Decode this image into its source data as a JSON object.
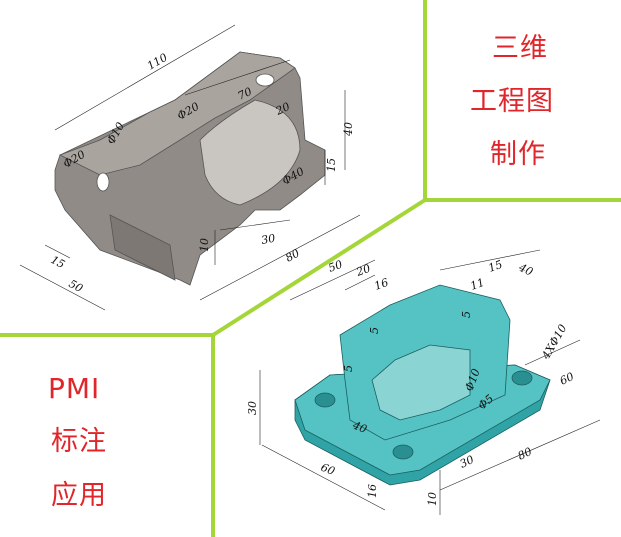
{
  "panels": {
    "top_right": {
      "lines": [
        "三维",
        "工程图",
        "制作"
      ]
    },
    "bottom_left": {
      "lines": [
        "PMI",
        "标注",
        "应用"
      ]
    }
  },
  "colors": {
    "divider": "#a4d63a",
    "label_red": "#e0262b",
    "part_top": "#a9a39e",
    "part_body": "#8f8a86",
    "part_teal": "#55c3c3",
    "part_teal_dark": "#2fa3a5"
  },
  "part1_dims": {
    "d110": "110",
    "d70": "70",
    "d20a": "20",
    "d40": "40",
    "phi10": "Φ10",
    "phi20a": "Φ20",
    "phi20b": "Φ20",
    "d15a": "15",
    "phi40": "Φ40",
    "d10": "10",
    "d30": "30",
    "d80": "80",
    "d15b": "15",
    "d50": "50"
  },
  "part2_dims": {
    "d50": "50",
    "d20": "20",
    "d16": "16",
    "d15": "15",
    "d40a": "40",
    "d11": "11",
    "d5a": "5",
    "d5b": "5",
    "d5c": "5",
    "holes": "4XΦ10",
    "d60a": "60",
    "d30a": "30",
    "phi10": "Φ10",
    "phi5": "Φ5",
    "d40b": "40",
    "d60b": "60",
    "d30b": "30",
    "d80": "80",
    "d16b": "16",
    "d10": "10"
  }
}
